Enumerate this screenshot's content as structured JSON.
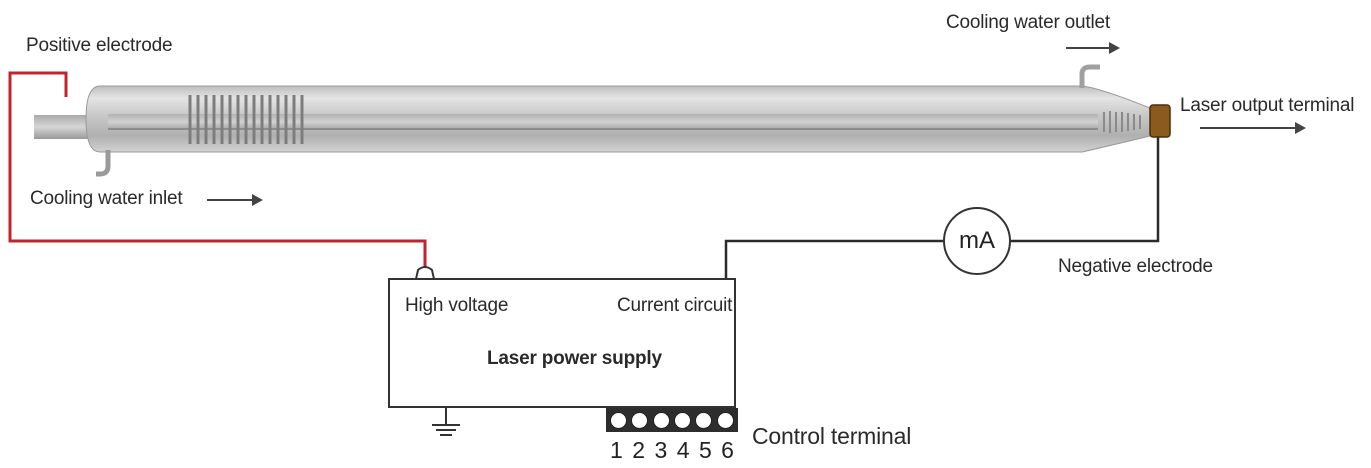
{
  "labels": {
    "positive_electrode": "Positive electrode",
    "cooling_water_inlet": "Cooling water inlet",
    "cooling_water_outlet": "Cooling water outlet",
    "laser_output_terminal": "Laser output terminal",
    "negative_electrode": "Negative electrode",
    "high_voltage": "High voltage",
    "current_circuit": "Current circuit",
    "laser_power_supply": "Laser power supply",
    "control_terminal": "Control terminal",
    "meter": "mA"
  },
  "terminals": [
    "1",
    "2",
    "3",
    "4",
    "5",
    "6"
  ],
  "colors": {
    "high_voltage_wire": "#c0242f",
    "wire": "#2b2b2b",
    "tube": "#c9c9c9",
    "lens": "#8a5a1e"
  }
}
